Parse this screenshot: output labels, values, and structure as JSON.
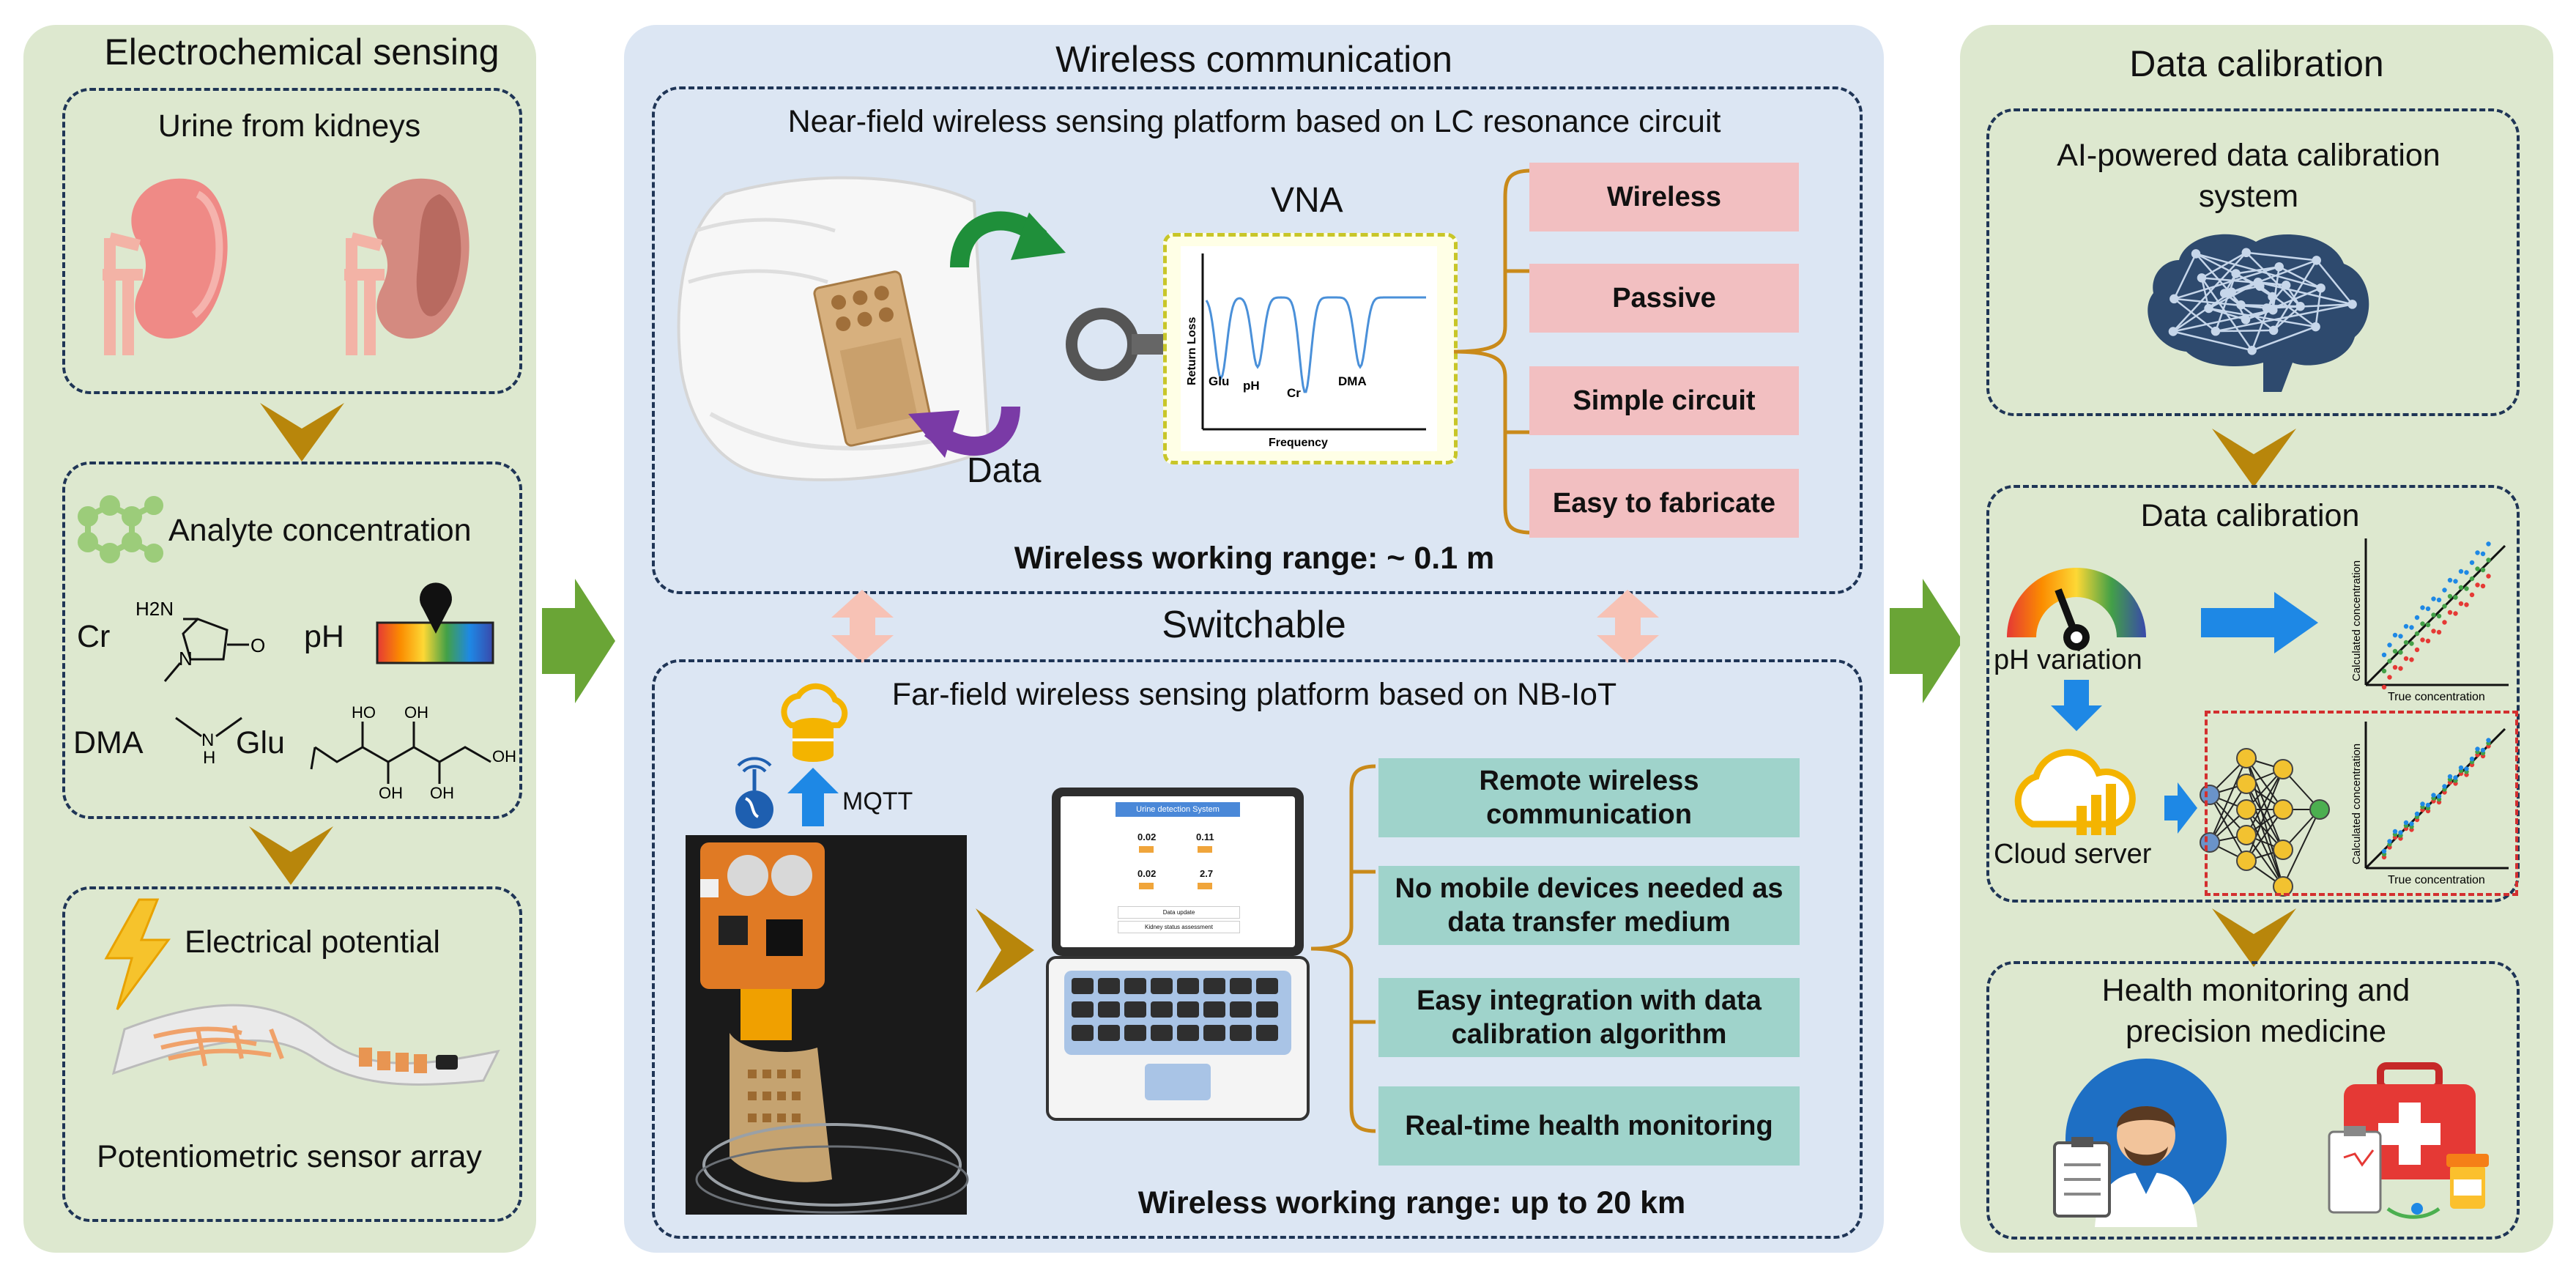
{
  "left": {
    "title": "Electrochemical sensing",
    "urine_label": "Urine from kidneys",
    "analyte_title": "Analyte concentration",
    "chem": {
      "cr": "Cr",
      "cr_h2n": "H2N",
      "cr_n": "N",
      "cr_o": "O",
      "ph": "pH",
      "dma": "DMA",
      "dma_n": "N",
      "dma_h": "H",
      "glu": "Glu",
      "glu_ho": "HO",
      "glu_oh": "OH"
    },
    "potential_title": "Electrical potential",
    "array_label": "Potentiometric sensor array"
  },
  "center": {
    "title": "Wireless communication",
    "near_title": "Near-field wireless sensing platform based on LC resonance circuit",
    "vna_label": "VNA",
    "plot": {
      "ylabel": "Return Loss",
      "xlabel": "Frequency",
      "peaks": [
        "Glu",
        "pH",
        "Cr",
        "DMA"
      ]
    },
    "data_label": "Data",
    "near_features": [
      "Wireless",
      "Passive",
      "Simple circuit",
      "Easy to fabricate"
    ],
    "near_range": "Wireless working range: ~ 0.1 m",
    "switch_label": "Switchable",
    "far_title": "Far-field wireless sensing platform based on NB-IoT",
    "mqtt_label": "MQTT",
    "screen": {
      "title": "Urine detection System",
      "v1": "0.02",
      "v2": "0.11",
      "v3": "0.02",
      "v4": "2.7",
      "btn1": "Data update",
      "btn2": "Kidney status assessment"
    },
    "far_features": [
      "Remote wireless communication",
      "No mobile devices needed as data transfer medium",
      "Easy integration with data calibration algorithm",
      "Real-time health monitoring"
    ],
    "far_range": "Wireless working range: up to 20 km"
  },
  "right": {
    "title": "Data calibration",
    "ai_title": "AI-powered data calibration system",
    "cal_title": "Data calibration",
    "ph_label": "pH variation",
    "cloud_label": "Cloud server",
    "plot_xlabel": "True concentration",
    "plot_ylabel": "Calculated concentration",
    "health_title": "Health monitoring and precision medicine"
  },
  "colors": {
    "green_panel": "#dde8cf",
    "blue_panel": "#dce6f3",
    "dash": "#1f3556",
    "pink": "#f2bfc1",
    "teal": "#9fd3cb",
    "chevron": "#b8860b",
    "arrow_green": "#6aa536",
    "arrow_blue": "#1e88e5"
  }
}
